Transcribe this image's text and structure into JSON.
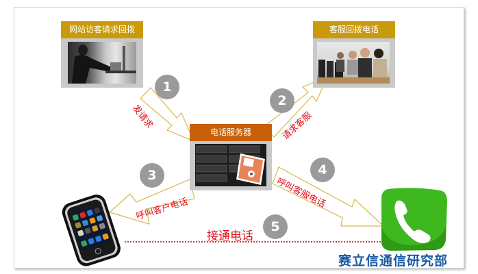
{
  "diagram": {
    "title": "",
    "nodes": {
      "visitor": {
        "label": "网站访客请求回拨",
        "header_color": "#c99a0c",
        "image": "business-woman-at-laptop-photo"
      },
      "agent": {
        "label": "客服回拨电话",
        "header_color": "#c99a0c",
        "image": "call-center-agents-photo"
      },
      "server": {
        "label": "电话服务器",
        "header_color": "#c8600a",
        "image": "server-rack-with-floppy-disk-photo"
      },
      "mobile": {
        "image": "smartphone-icon"
      },
      "phone": {
        "image": "green-phone-icon",
        "color": "#3db81e"
      }
    },
    "steps": [
      {
        "number": "1",
        "label": "发请求",
        "from": "visitor",
        "to": "server"
      },
      {
        "number": "2",
        "label": "请求客服",
        "from": "server",
        "to": "agent"
      },
      {
        "number": "3",
        "label": "呼叫客户电话",
        "from": "server",
        "to": "mobile"
      },
      {
        "number": "4",
        "label": "呼叫客服电话",
        "from": "server",
        "to": "phone"
      },
      {
        "number": "5",
        "label": "接通电话",
        "from": "mobile",
        "to": "phone"
      }
    ],
    "colors": {
      "step_circle": "#9a9a9a",
      "arrow_outline": "#d8b84a",
      "arrow_text": "#e0101a",
      "connect_line": "#d23b3b",
      "watermark": "#1b5aa6"
    },
    "watermark": "赛立信通信研究部"
  }
}
